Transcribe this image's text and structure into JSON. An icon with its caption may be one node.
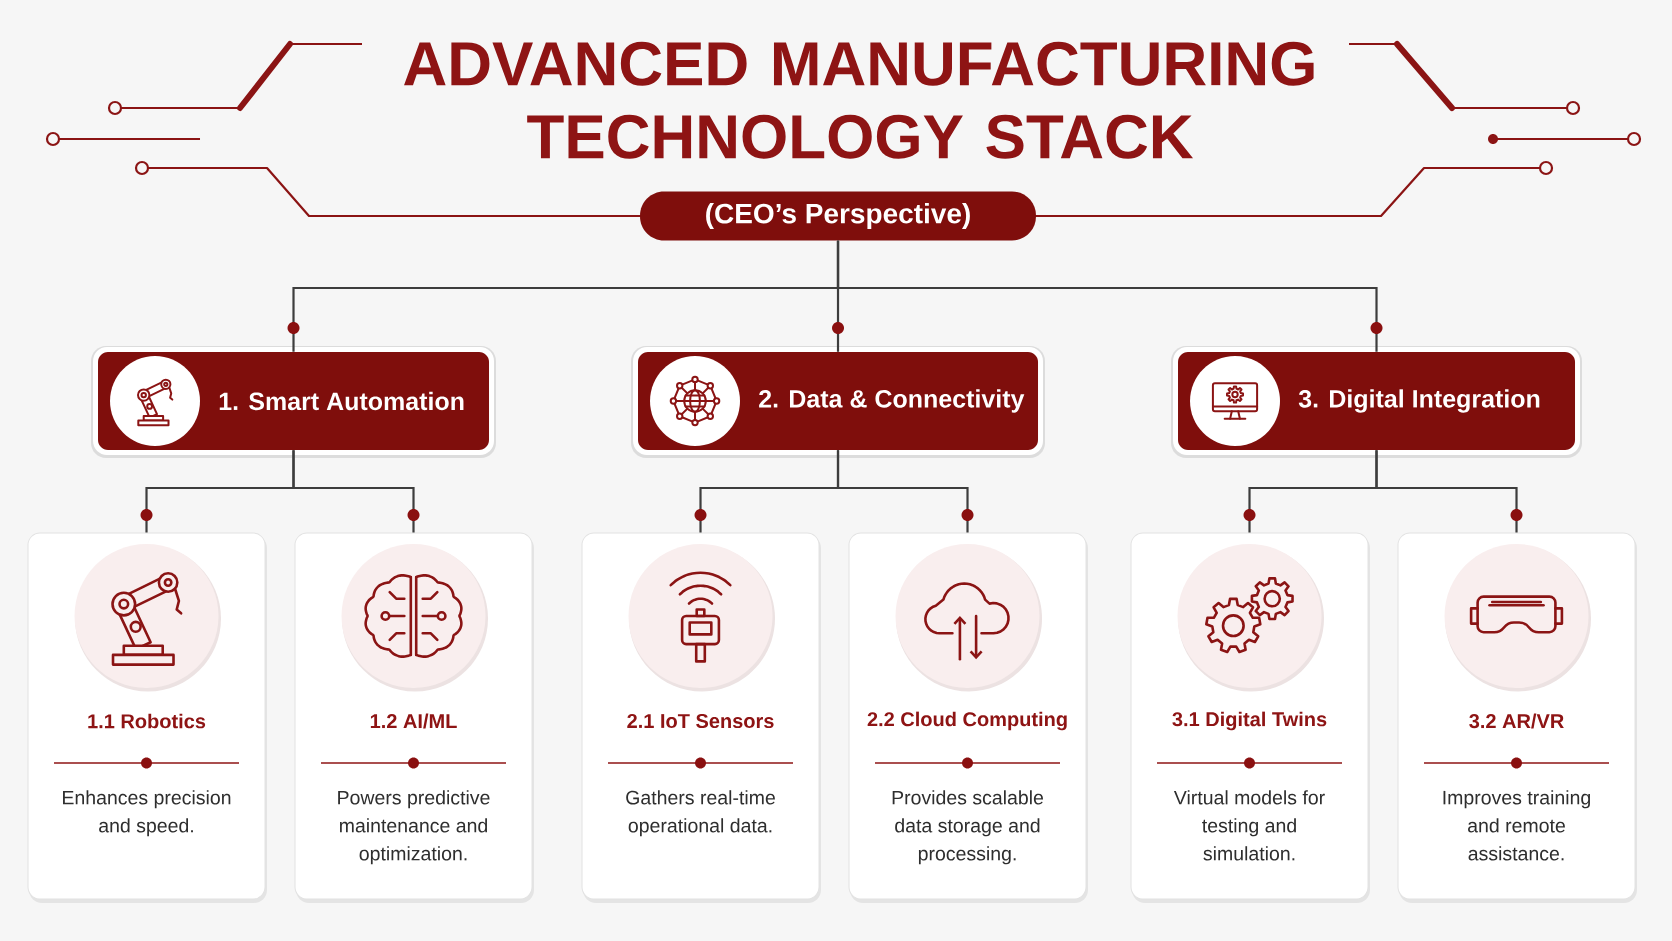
{
  "diagram": {
    "title": "ADVANCED MANUFACTURING TECHNOLOGY STACK",
    "nodes": [
      {
        "text": [
          "(CEO’s Perspective)"
        ]
      },
      {
        "text": [
          "1. Smart Automation"
        ]
      },
      {
        "text": [
          "2. Data & Connectivity"
        ]
      },
      {
        "text": [
          "3. Digital Integration"
        ]
      },
      {
        "text": [
          "1.1 Robotics",
          "Enhances precision and speed."
        ]
      },
      {
        "text": [
          "1.2 AI/ML",
          "Powers predictive maintenance and optimization."
        ]
      },
      {
        "text": [
          "2.1 IoT Sensors",
          "Gathers real-time operational data."
        ]
      },
      {
        "text": [
          "2.2 Cloud Computing",
          "Provides scalable data storage and processing."
        ]
      },
      {
        "text": [
          "3.1 Digital Twins",
          "Virtual models for testing and simulation."
        ]
      },
      {
        "text": [
          "3.2 AR/VR",
          "Improves training and remote assistance."
        ]
      }
    ],
    "edges": [
      {
        "from": 0,
        "to": 1,
        "arrow": "none"
      },
      {
        "from": 0,
        "to": 2,
        "arrow": "none"
      },
      {
        "from": 0,
        "to": 3,
        "arrow": "none"
      },
      {
        "from": 1,
        "to": 4,
        "arrow": "none"
      },
      {
        "from": 1,
        "to": 5,
        "arrow": "none"
      },
      {
        "from": 2,
        "to": 6,
        "arrow": "none"
      },
      {
        "from": 2,
        "to": 7,
        "arrow": "none"
      },
      {
        "from": 3,
        "to": 8,
        "arrow": "none"
      },
      {
        "from": 3,
        "to": 9,
        "arrow": "none"
      }
    ]
  }
}
